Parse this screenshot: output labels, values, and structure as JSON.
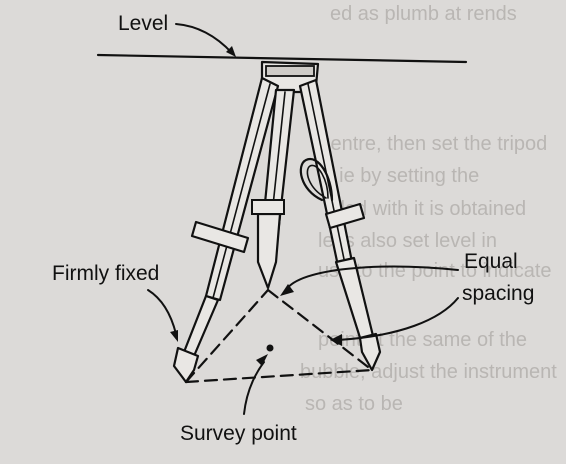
{
  "labels": {
    "level": "Level",
    "firmly_fixed": "Firmly fixed",
    "equal_line1": "Equal",
    "equal_line2": "spacing",
    "survey_point": "Survey point"
  },
  "background_bleed_text": [
    "ed as plumb at rends",
    "Centre, then set the tripod",
    "ie ie by setting the",
    "filled with it is obtained",
    "legs also set level in",
    "use to the point to indicate",
    "point at the same of the",
    "bubble, adjust the instrument",
    "so as to be"
  ],
  "colors": {
    "background": "#dcdad8",
    "ink": "#111111",
    "bleed": "#b9b6b3"
  }
}
